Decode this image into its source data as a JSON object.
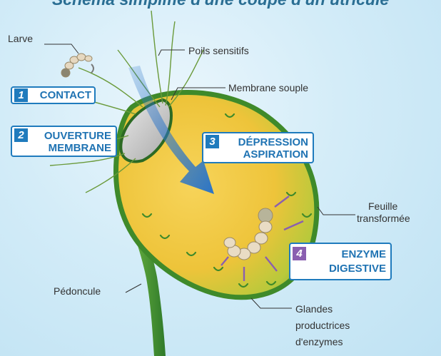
{
  "title": "Schéma simplifié d'une coupe d'un utricule",
  "labels": {
    "larve": "Larve",
    "poils": "Poils sensitifs",
    "membrane": "Membrane souple",
    "feuille_1": "Feuille",
    "feuille_2": "transformée",
    "pedoncule": "Pédoncule",
    "glandes_1": "Glandes",
    "glandes_2": "productrices",
    "glandes_3": "d'enzymes"
  },
  "steps": [
    {
      "number": "1",
      "line1": "CONTACT",
      "line2": ""
    },
    {
      "number": "2",
      "line1": "OUVERTURE",
      "line2": "MEMBRANE"
    },
    {
      "number": "3",
      "line1": "DÉPRESSION",
      "line2": "ASPIRATION"
    },
    {
      "number": "4",
      "line1": "ENZYME",
      "line2": "DIGESTIVE"
    }
  ],
  "colors": {
    "step_blue": "#1f7bbd",
    "step_purple": "#8a5fb0",
    "utricle_fill": "#f0c83a",
    "utricle_border": "#3f8a2a",
    "arrow_blue": "#2a74c7"
  }
}
